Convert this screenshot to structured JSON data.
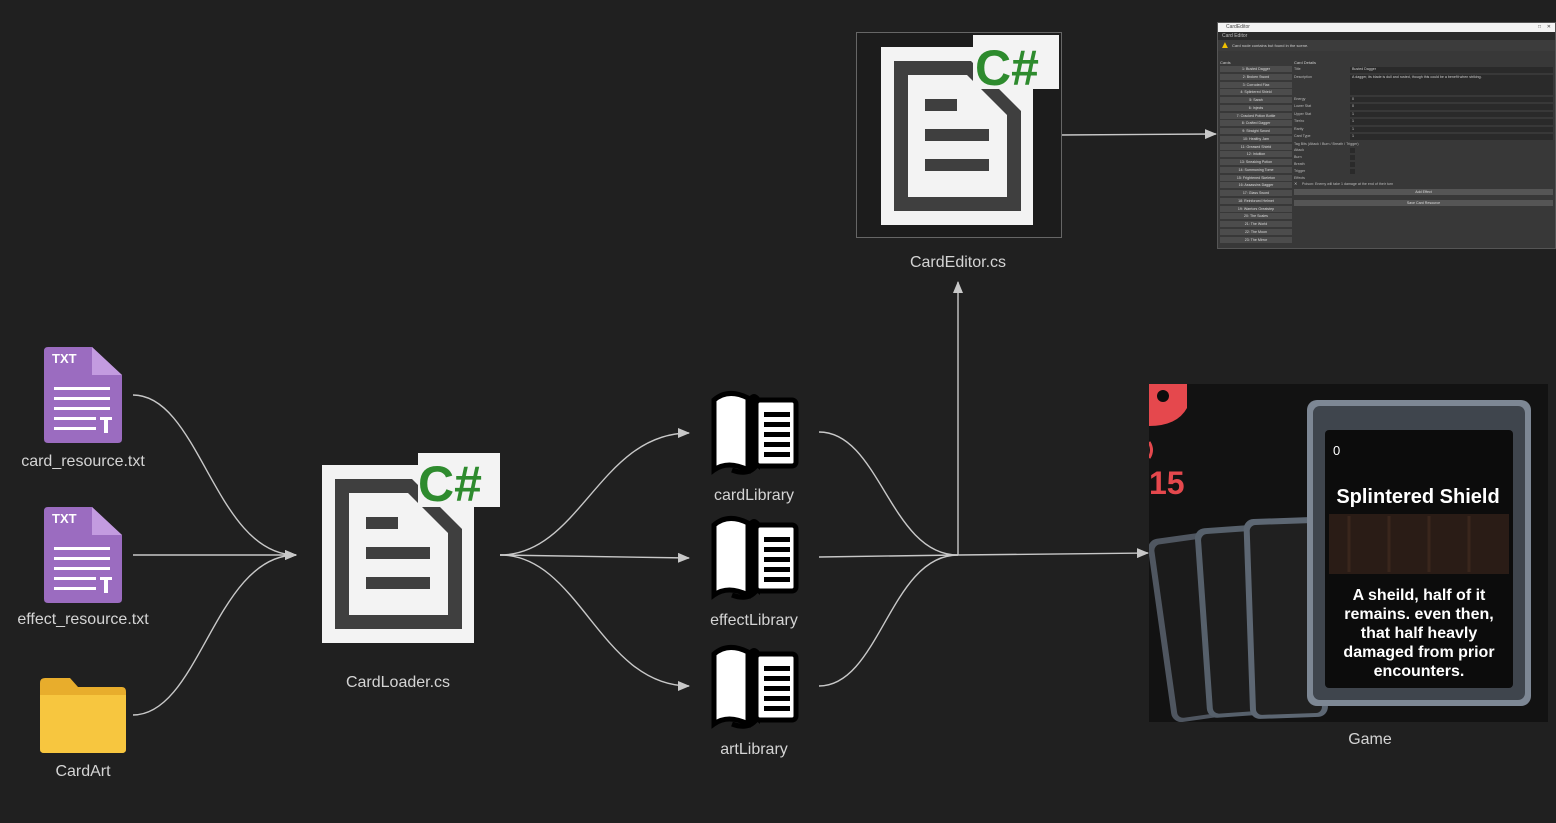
{
  "nodes": {
    "card_resource": "card_resource.txt",
    "effect_resource": "effect_resource.txt",
    "card_art": "CardArt",
    "card_loader": "CardLoader.cs",
    "card_library": "cardLibrary",
    "effect_library": "effectLibrary",
    "art_library": "artLibrary",
    "card_editor": "CardEditor.cs",
    "game": "Game"
  },
  "file_badge": "TXT",
  "csharp_badge": "C#",
  "colors": {
    "background": "#202020",
    "arrow": "#c8c8c8",
    "txt_purple": "#9b6cc0",
    "folder_yellow": "#f5c33b",
    "csharp_green": "#2e8b2e"
  },
  "editor": {
    "window_title": "CardEditor",
    "tab": "Card Editor",
    "warning": "Card node contains but found in the scene.",
    "cards_header": "Cards",
    "details_header": "Card Details",
    "cards": [
      "1: Busted Dagger",
      "2: Broken Sword",
      "3: Corroded Flax",
      "4: Splintered Shield",
      "5: Sarah",
      "6: Injects",
      "7: Cracked Potion Bottle",
      "8: Crafted Dagger",
      "9: Straight Sword",
      "10: Healthy Jam",
      "11: Greased Shield",
      "12: Intuition",
      "13: Sneaking Potion",
      "14: Summoning Tome",
      "15: Frightened Skeleton",
      "16: Assassins Dagger",
      "17: Glass Sword",
      "18: Reinforced Helmet",
      "19: Warriors Greatstep",
      "20: The Scales",
      "21: The World",
      "22: The Moon",
      "23: The Mirror"
    ],
    "fields": {
      "title_label": "Title",
      "title_value": "Busted Dagger",
      "desc_label": "Description",
      "desc_value": "A dagger, its blade is dull and rusted, though this could be a benefit when striking.",
      "energy_label": "Energy",
      "energy_value": "0",
      "lower_label": "Lower Stat",
      "lower_value": "0",
      "upper_label": "Upper Stat",
      "upper_value": "1",
      "tier_label": "Tier/ro",
      "tier_value": "1",
      "rarity_label": "Rarity",
      "rarity_value": "1",
      "type_label": "Card Type",
      "type_value": "1",
      "tag_header": "Tag Bits (Attack / Burn / Breath / Trigger)",
      "attack_label": "Attack",
      "burn_label": "Burn",
      "breath_label": "Breath",
      "trigger_label": "Trigger",
      "effects_label": "Effects",
      "effect_text": "Poison: Enemy will take 1 damage at the end of their turn",
      "add_effect": "Add Effect",
      "save": "Save Card Resource"
    }
  },
  "game_card": {
    "energy": "0",
    "title": "Splintered Shield",
    "description": "A sheild, half of it remains. even then, that half heavly damaged from prior encounters.",
    "side_number": "15"
  }
}
